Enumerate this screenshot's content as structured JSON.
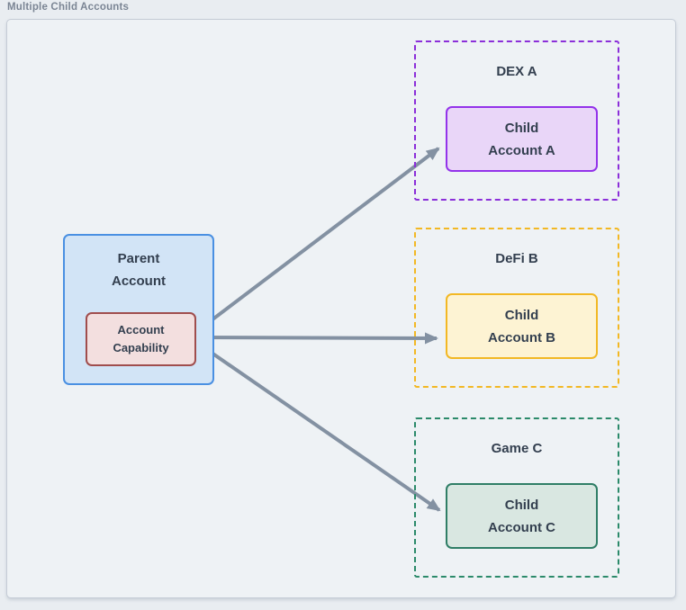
{
  "title": "Multiple Child Accounts",
  "parent": {
    "label_line1": "Parent",
    "label_line2": "Account",
    "capability_line1": "Account",
    "capability_line2": "Capability"
  },
  "groups": [
    {
      "label": "DEX A",
      "child_line1": "Child",
      "child_line2": "Account A"
    },
    {
      "label": "DeFi B",
      "child_line1": "Child",
      "child_line2": "Account B"
    },
    {
      "label": "Game C",
      "child_line1": "Child",
      "child_line2": "Account C"
    }
  ],
  "connections": [
    {
      "from": "Account Capability",
      "to": "Child Account A"
    },
    {
      "from": "Account Capability",
      "to": "Child Account B"
    },
    {
      "from": "Account Capability",
      "to": "Child Account C"
    }
  ],
  "colors": {
    "page_background": "#e9edf1",
    "canvas_background": "#eef2f5",
    "canvas_border": "#c5ccd6",
    "title_text": "#7b8594",
    "node_text": "#333f4f",
    "arrow": "#8391a2",
    "parent_fill": "#d2e4f6",
    "parent_border": "#4a90e2",
    "capability_fill": "#f3dfdf",
    "capability_border": "#a04d4d",
    "dex_a_dashed_border": "#8b2fd9",
    "child_a_fill": "#e9d6f8",
    "child_a_border": "#9333ea",
    "defi_b_dashed_border": "#f2b824",
    "child_b_fill": "#fdf3d3",
    "child_b_border": "#f2b824",
    "game_c_dashed_border": "#2b8a6a",
    "child_c_fill": "#d9e7e1",
    "child_c_border": "#2f7e66"
  }
}
